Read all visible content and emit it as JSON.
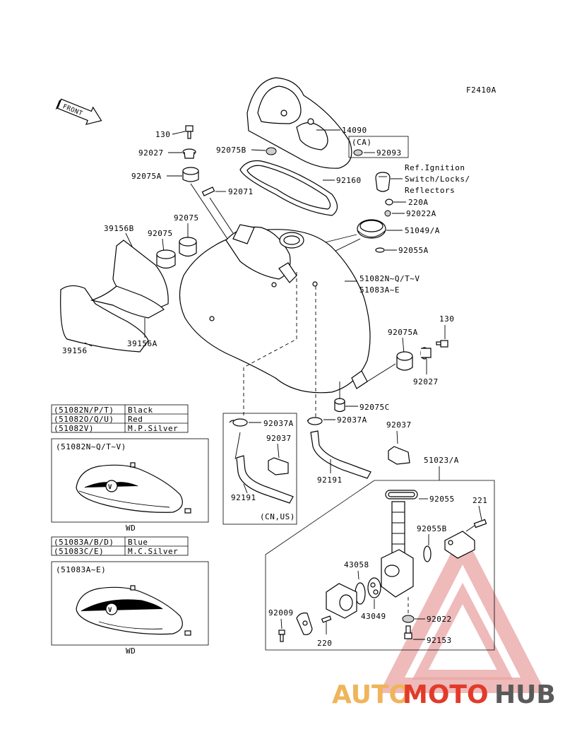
{
  "figure_code": "F2410A",
  "front_arrow_label": "FRONT",
  "parts": {
    "p130_top": "130",
    "p92027_top": "92027",
    "p92075A_top": "92075A",
    "p92075B": "92075B",
    "p14090": "14090",
    "ca_label": "(CA)",
    "p92093": "92093",
    "p92071": "92071",
    "p92160": "92160",
    "ref_line1": "Ref.Ignition",
    "ref_line2": "Switch/Locks/",
    "ref_line3": "Reflectors",
    "p220A": "220A",
    "p92022A": "92022A",
    "p51049A": "51049/A",
    "p92055A": "92055A",
    "p39156B": "39156B",
    "p92075_left": "92075",
    "p92075_mid": "92075",
    "p51082": "51082N~Q/T~V",
    "p51083": "51083A~E",
    "p39156": "39156",
    "p39156A": "39156A",
    "p92075A_right": "92075A",
    "p130_right": "130",
    "p92027_right": "92027",
    "p92075C": "92075C",
    "p92037A_left": "92037A",
    "p92037A_right": "92037A",
    "p92037_left": "92037",
    "p92037_right": "92037",
    "p92191_left": "92191",
    "p92191_right": "92191",
    "cn_us": "(CN,US)",
    "p51023A": "51023/A",
    "p92055": "92055",
    "p221": "221",
    "p92055B": "92055B",
    "p43058": "43058",
    "p43049": "43049",
    "p92009": "92009",
    "p220": "220",
    "p92022": "92022",
    "p92153": "92153"
  },
  "color_table_1": [
    {
      "code": "(51082N/P/T)",
      "color": "Black"
    },
    {
      "code": "(51082O/Q/U)",
      "color": "Red"
    },
    {
      "code": "(51082V)",
      "color": "M.P.Silver"
    }
  ],
  "color_table_2": [
    {
      "code": "(51083A/B/D)",
      "color": "Blue"
    },
    {
      "code": "(51083C/E)",
      "color": "M.C.Silver"
    }
  ],
  "inset1": {
    "title": "(51082N~Q/T~V)",
    "caption": "WD"
  },
  "inset2": {
    "title": "(51083A~E)",
    "caption": "WD"
  },
  "watermark": {
    "part1": "AUTO",
    "part2": "MOTO",
    "part3": "HUB",
    "colors": {
      "auto": "#f0b45a",
      "moto": "#e23b2a",
      "hub": "#5a5a5a",
      "triangle": "#e8a3a3"
    }
  }
}
